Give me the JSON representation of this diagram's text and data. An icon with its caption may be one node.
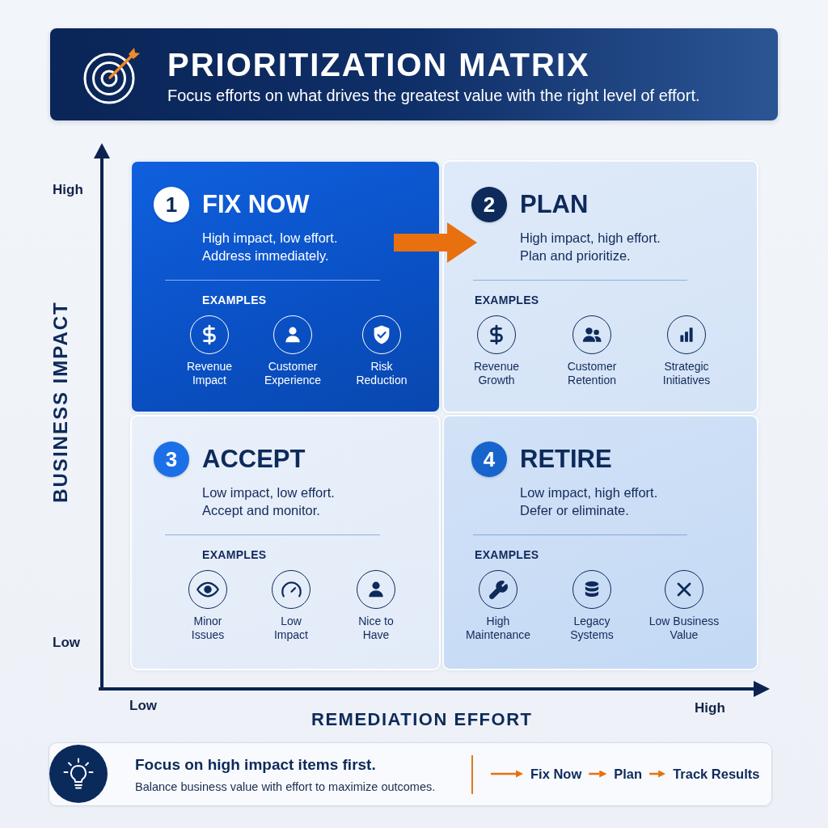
{
  "diagram": {
    "title": "PRIORITIZATION MATRIX",
    "nodes": [
      {
        "text": [
          "1",
          "FIX NOW",
          "High impact, low effort. Address immediately.",
          "EXAMPLES",
          "Revenue Impact",
          "Customer Experience",
          "Risk Reduction"
        ]
      },
      {
        "text": [
          "2",
          "PLAN",
          "High impact, high effort. Plan and prioritize.",
          "EXAMPLES",
          "Revenue Growth",
          "Customer Retention",
          "Strategic Initiatives"
        ]
      },
      {
        "text": [
          "3",
          "ACCEPT",
          "Low impact, low effort. Accept and monitor.",
          "EXAMPLES",
          "Minor Issues",
          "Low Impact",
          "Nice to Have"
        ]
      },
      {
        "text": [
          "4",
          "RETIRE",
          "Low impact, high effort. Defer or eliminate.",
          "EXAMPLES",
          "High Maintenance",
          "Legacy Systems",
          "Low Business Value"
        ]
      },
      {
        "text": [
          "Focus on high impact items first.",
          "Balance business value with effort to maximize outcomes."
        ]
      },
      {
        "text": [
          "Fix Now"
        ],
        "in": 4
      },
      {
        "text": [
          "Plan"
        ],
        "in": 4
      },
      {
        "text": [
          "Track Results"
        ],
        "in": 4
      }
    ],
    "edges": [
      {
        "from": 0,
        "to": 1,
        "arrow": "to",
        "style": "thick",
        "color": "#e8700f"
      },
      {
        "from": null,
        "to": 5,
        "arrow": "to",
        "color": "#e8700f"
      },
      {
        "from": 5,
        "to": 6,
        "arrow": "to",
        "color": "#e8700f"
      },
      {
        "from": 6,
        "to": 7,
        "arrow": "to",
        "color": "#e8700f"
      }
    ],
    "labels": [
      "Focus efforts on what drives the greatest value with the right level of effort.",
      "High",
      "BUSINESS IMPACT",
      "Low",
      "Low",
      "High",
      "REMEDIATION EFFORT"
    ]
  }
}
